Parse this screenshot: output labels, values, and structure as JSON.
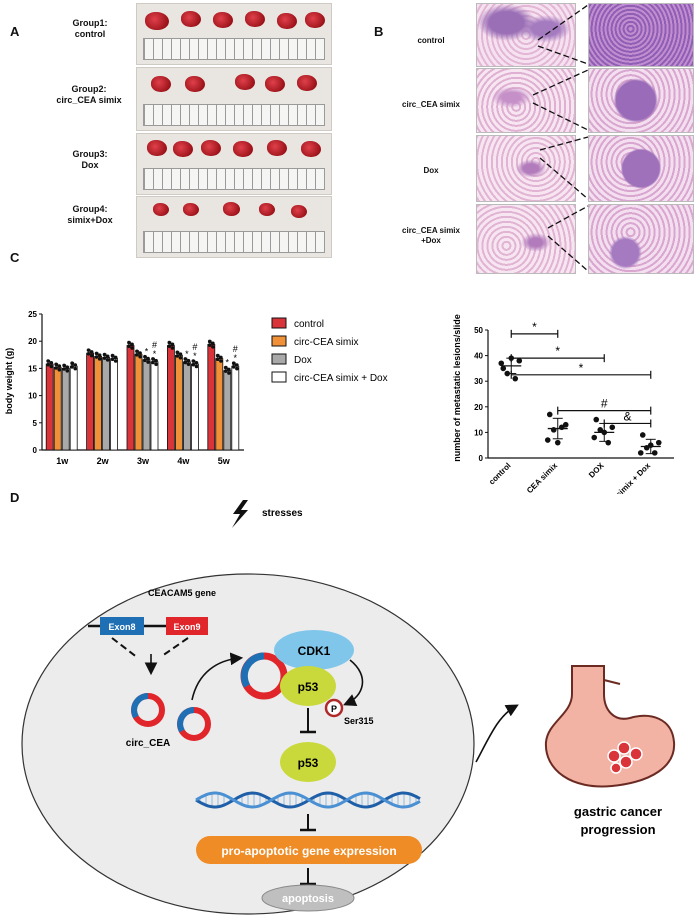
{
  "panels": {
    "A": "A",
    "B": "B",
    "C": "C",
    "D": "D"
  },
  "panelA": {
    "groups": [
      {
        "line1": "Group1:",
        "line2": "control"
      },
      {
        "line1": "Group2:",
        "line2": "circ_CEA simix"
      },
      {
        "line1": "Group3:",
        "line2": "Dox"
      },
      {
        "line1": "Group4:",
        "line2": "simix+Dox"
      }
    ]
  },
  "panelB": {
    "labels": [
      {
        "line1": "control",
        "line2": ""
      },
      {
        "line1": "circ_CEA simix",
        "line2": ""
      },
      {
        "line1": "Dox",
        "line2": ""
      },
      {
        "line1": "circ_CEA simix",
        "line2": "+Dox"
      }
    ]
  },
  "chart_data": [
    {
      "type": "bar",
      "ylabel": "body weight (g)",
      "ylim": [
        0,
        25
      ],
      "yticks": [
        "0",
        "5",
        "10",
        "15",
        "20",
        "25"
      ],
      "categories": [
        "1w",
        "2w",
        "3w",
        "4w",
        "5w"
      ],
      "series": [
        {
          "name": "control",
          "color": "#d9343a",
          "values": [
            15.8,
            17.8,
            19.2,
            19.2,
            19.4
          ]
        },
        {
          "name": "circ-CEA simix",
          "color": "#f0913a",
          "values": [
            15.2,
            17.2,
            17.6,
            17.4,
            16.8
          ]
        },
        {
          "name": "Dox",
          "color": "#a9a9a9",
          "values": [
            15.0,
            17.0,
            16.6,
            16.2,
            14.6
          ]
        },
        {
          "name": "circ-CEA simix + Dox",
          "color": "#ffffff",
          "values": [
            15.4,
            16.8,
            16.2,
            15.8,
            15.4
          ]
        }
      ],
      "annotations": [
        {
          "category": "3w",
          "series": 2,
          "text": "*"
        },
        {
          "category": "3w",
          "series": 3,
          "text": "*"
        },
        {
          "category": "3w",
          "series": 3,
          "text": "#"
        },
        {
          "category": "4w",
          "series": 2,
          "text": "*"
        },
        {
          "category": "4w",
          "series": 3,
          "text": "*"
        },
        {
          "category": "4w",
          "series": 3,
          "text": "#"
        },
        {
          "category": "5w",
          "series": 2,
          "text": "*"
        },
        {
          "category": "5w",
          "series": 3,
          "text": "*"
        },
        {
          "category": "5w",
          "series": 3,
          "text": "#"
        }
      ],
      "legend_position": "right"
    },
    {
      "type": "scatter",
      "ylabel": "number of metastatic lesions/slide",
      "ylim": [
        0,
        50
      ],
      "yticks": [
        "0",
        "10",
        "20",
        "30",
        "40",
        "50"
      ],
      "categories": [
        "control",
        "circ_CEA simix",
        "DOX",
        "circ_CEA simix + Dox"
      ],
      "groups": [
        {
          "category": "control",
          "mean": 36,
          "sd": 3,
          "points": [
            35,
            38,
            33,
            31,
            39,
            37
          ]
        },
        {
          "category": "circ_CEA simix",
          "mean": 11.5,
          "sd": 4,
          "points": [
            17,
            13,
            11,
            12,
            6,
            7
          ]
        },
        {
          "category": "DOX",
          "mean": 10,
          "sd": 3.5,
          "points": [
            15,
            12,
            11,
            6,
            10,
            8
          ]
        },
        {
          "category": "circ_CEA simix + Dox",
          "mean": 4.5,
          "sd": 2.8,
          "points": [
            9,
            6,
            4,
            2,
            5,
            2
          ]
        }
      ],
      "comparisons": [
        {
          "from": "control",
          "to": "circ_CEA simix",
          "text": "*"
        },
        {
          "from": "control",
          "to": "DOX",
          "text": "*"
        },
        {
          "from": "control",
          "to": "circ_CEA simix + Dox",
          "text": "*"
        },
        {
          "from": "circ_CEA simix",
          "to": "circ_CEA simix + Dox",
          "text": "#"
        },
        {
          "from": "DOX",
          "to": "circ_CEA simix + Dox",
          "text": "&"
        }
      ]
    }
  ],
  "diagram": {
    "stresses": "stresses",
    "gene": "CEACAM5 gene",
    "exon8": "Exon8",
    "exon9": "Exon9",
    "circ": "circ_CEA",
    "cdk1": "CDK1",
    "p53": "p53",
    "phospho": "P",
    "ser": "Ser315",
    "expression": "pro-apoptotic gene expression",
    "apoptosis": "apoptosis",
    "outcome_line1": "gastric cancer",
    "outcome_line2": "progression",
    "colors": {
      "exon8": "#1f6fb5",
      "exon9": "#e0262b",
      "cdk1": "#7fc6ea",
      "p53": "#c9d93b",
      "expression": "#ef8c25",
      "apoptosis": "#bfbfbf",
      "stomach": "#f2b3a4"
    }
  }
}
